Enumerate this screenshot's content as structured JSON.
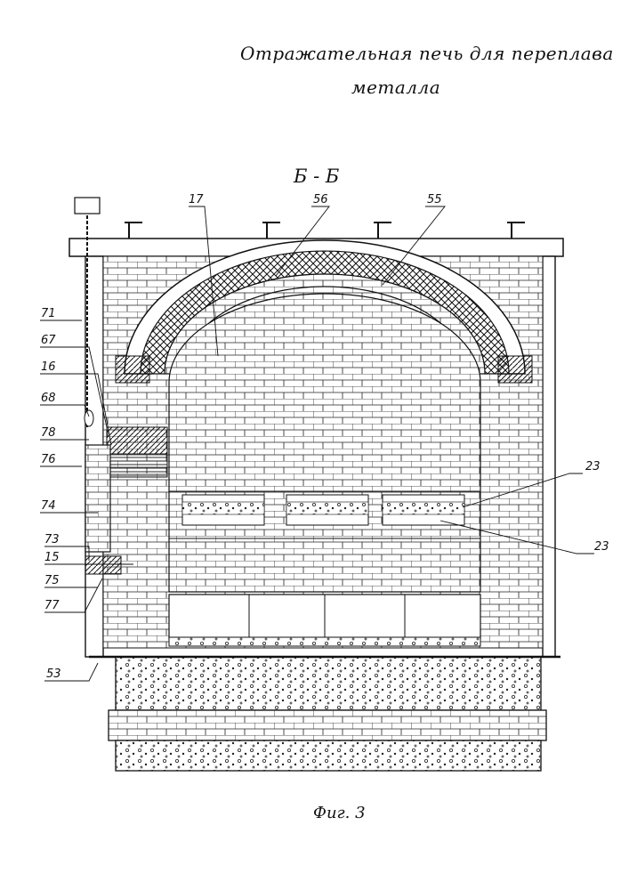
{
  "title": {
    "line1": "Отражательная печь для переплава",
    "line2": "металла"
  },
  "section_label": "Б - Б",
  "caption": "Фиг. 3",
  "callouts": [
    {
      "id": "17",
      "text": "17"
    },
    {
      "id": "56",
      "text": "56"
    },
    {
      "id": "55",
      "text": "55"
    },
    {
      "id": "71",
      "text": "71"
    },
    {
      "id": "67",
      "text": "67"
    },
    {
      "id": "16",
      "text": "16"
    },
    {
      "id": "68",
      "text": "68"
    },
    {
      "id": "78",
      "text": "78"
    },
    {
      "id": "76",
      "text": "76"
    },
    {
      "id": "74",
      "text": "74"
    },
    {
      "id": "73",
      "text": "73"
    },
    {
      "id": "15",
      "text": "15"
    },
    {
      "id": "75",
      "text": "75"
    },
    {
      "id": "77",
      "text": "77"
    },
    {
      "id": "53",
      "text": "53"
    },
    {
      "id": "23a",
      "text": "23"
    },
    {
      "id": "23b",
      "text": "23"
    }
  ],
  "colors": {
    "ink": "#111111",
    "paper": "#ffffff"
  }
}
